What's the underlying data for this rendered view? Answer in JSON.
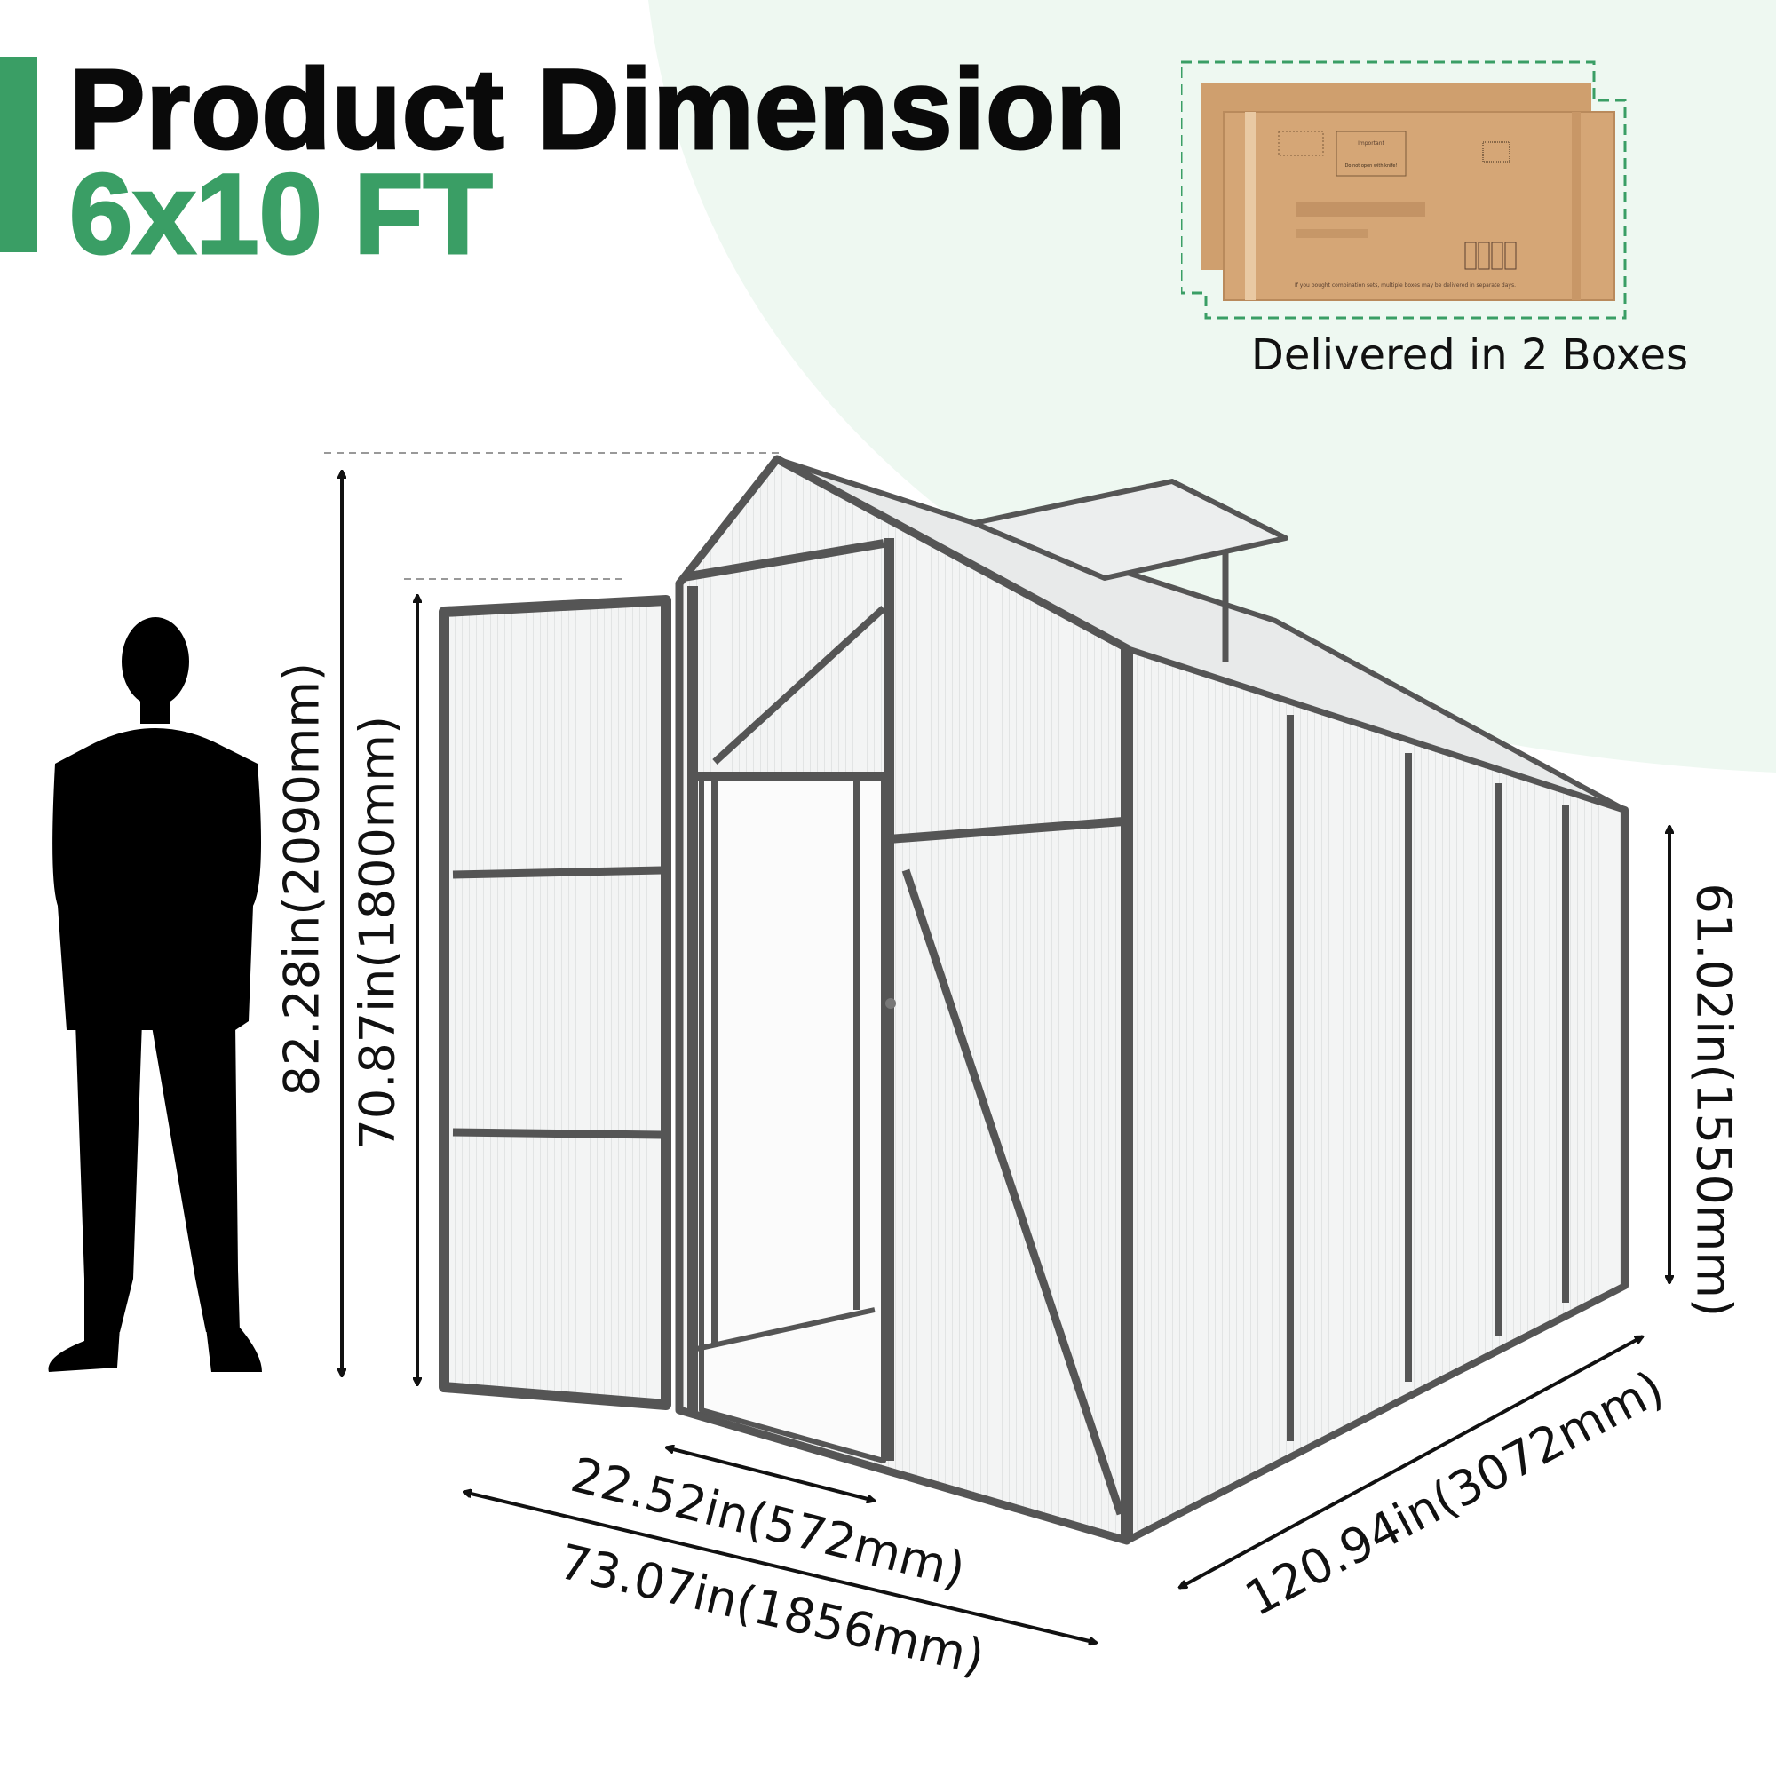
{
  "header": {
    "title": "Product Dimension",
    "subtitle": "6x10 FT"
  },
  "delivery": {
    "caption": "Delivered in 2 Boxes",
    "box_label_important": "Important",
    "box_label_warning": "Do not open with knife!",
    "box_footer": "If you bought combination sets, multiple boxes may be delivered in separate days."
  },
  "dimensions": {
    "total_height": "82.28in(2090mm)",
    "door_height": "70.87in(1800mm)",
    "side_height": "61.02in(1550mm)",
    "door_width": "22.52in(572mm)",
    "width": "73.07in(1856mm)",
    "length": "120.94in(3072mm)"
  },
  "colors": {
    "accent": "#3a9e65",
    "background_tint": "#eef8f1",
    "frame": "#555555",
    "cardboard": "#d5a676"
  }
}
